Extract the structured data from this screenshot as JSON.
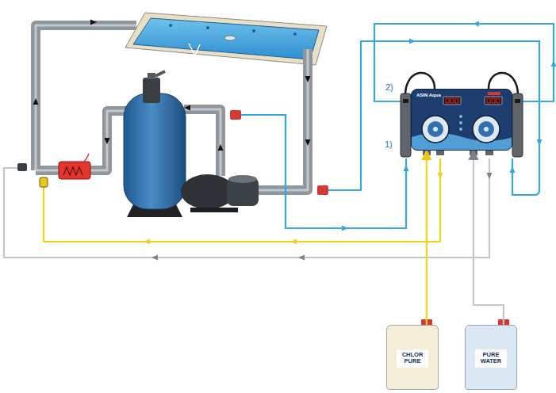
{
  "diagram": {
    "nodes": [
      {
        "text": [
          "ASIN Aqua"
        ]
      },
      {
        "text": [
          "CHLOR PURE"
        ]
      },
      {
        "text": [
          "PURE WATER"
        ]
      }
    ],
    "edges": [
      {
        "from": 1,
        "to": 0,
        "arrow": "to"
      },
      {
        "from": 2,
        "to": 0,
        "arrow": "to"
      }
    ],
    "labels": [
      "2)",
      "1)"
    ]
  }
}
